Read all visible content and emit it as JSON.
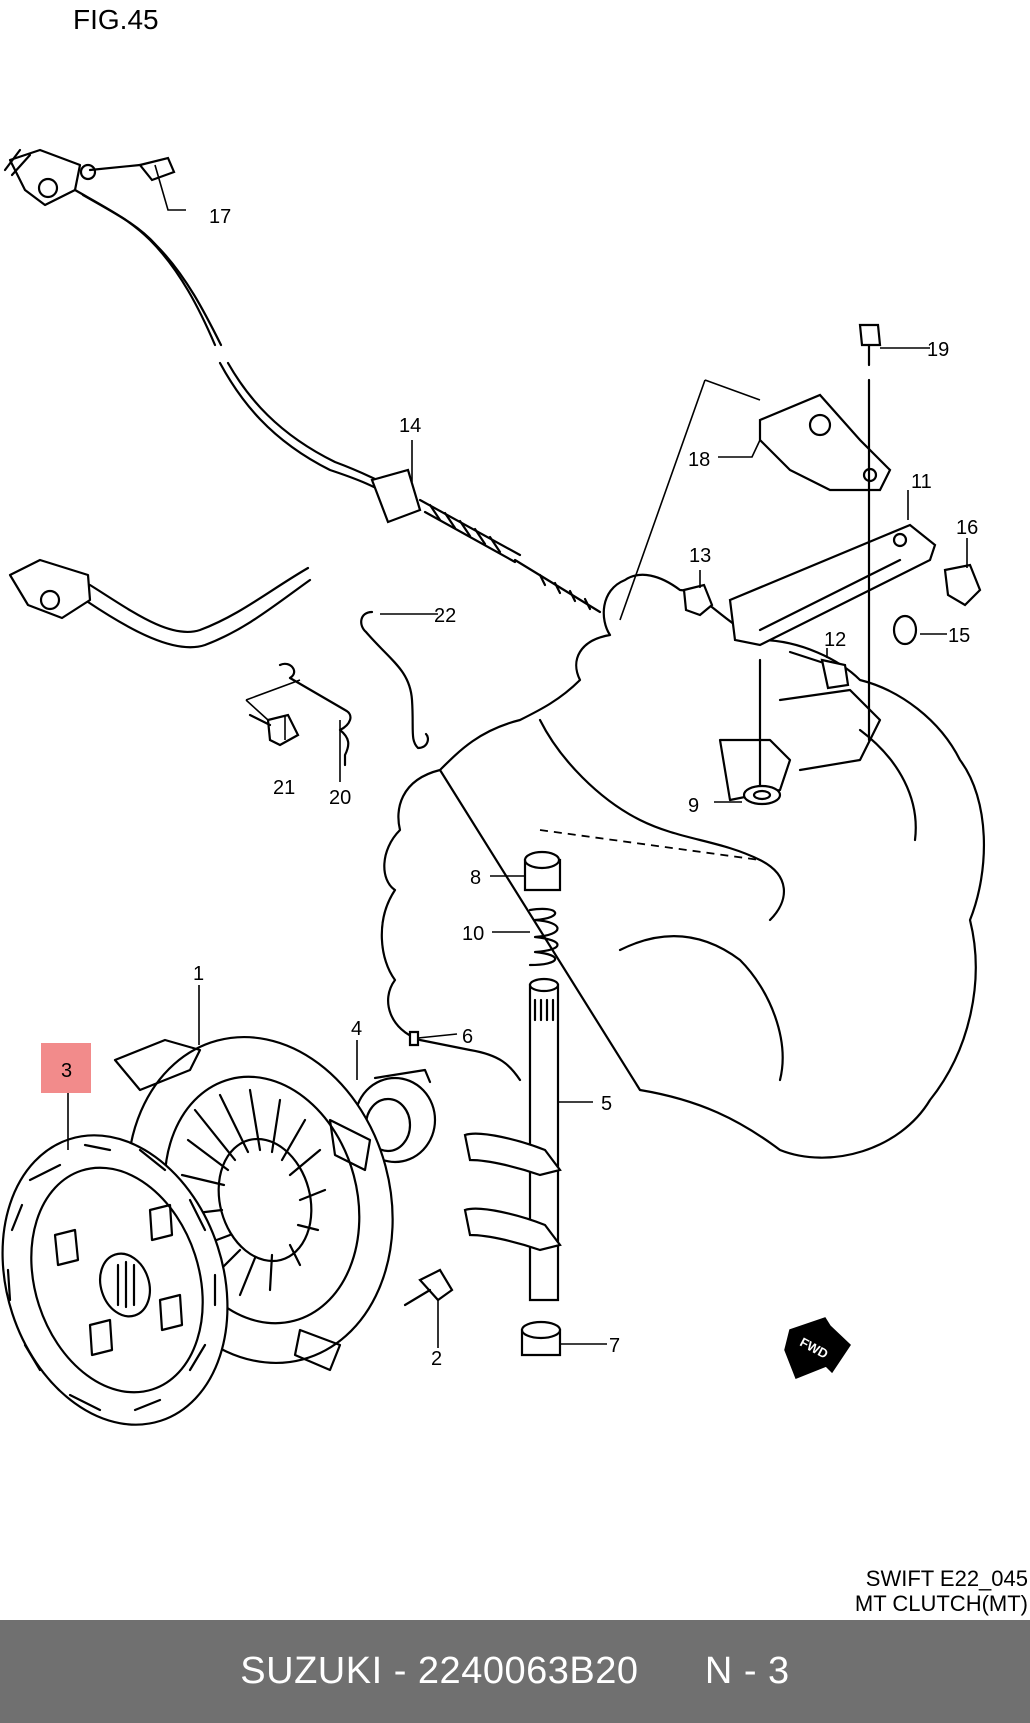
{
  "figure": {
    "title": "FIG.45"
  },
  "callouts": [
    {
      "id": "1",
      "label": "1"
    },
    {
      "id": "2",
      "label": "2"
    },
    {
      "id": "3",
      "label": "3"
    },
    {
      "id": "4",
      "label": "4"
    },
    {
      "id": "5",
      "label": "5"
    },
    {
      "id": "6",
      "label": "6"
    },
    {
      "id": "7",
      "label": "7"
    },
    {
      "id": "8",
      "label": "8"
    },
    {
      "id": "9",
      "label": "9"
    },
    {
      "id": "10",
      "label": "10"
    },
    {
      "id": "11",
      "label": "11"
    },
    {
      "id": "12",
      "label": "12"
    },
    {
      "id": "13",
      "label": "13"
    },
    {
      "id": "14",
      "label": "14"
    },
    {
      "id": "15",
      "label": "15"
    },
    {
      "id": "16",
      "label": "16"
    },
    {
      "id": "17",
      "label": "17"
    },
    {
      "id": "18",
      "label": "18"
    },
    {
      "id": "19",
      "label": "19"
    },
    {
      "id": "20",
      "label": "20"
    },
    {
      "id": "21",
      "label": "21"
    },
    {
      "id": "22",
      "label": "22"
    }
  ],
  "highlight": {
    "part": "3",
    "color": "#f28b8b"
  },
  "direction_label": "FWD",
  "caption": {
    "line1": "SWIFT E22_045",
    "line2": "MT CLUTCH(MT)"
  },
  "footer": {
    "brand": "SUZUKI",
    "separator": " - ",
    "part_number": "2240063B20",
    "note": "N - 3"
  }
}
